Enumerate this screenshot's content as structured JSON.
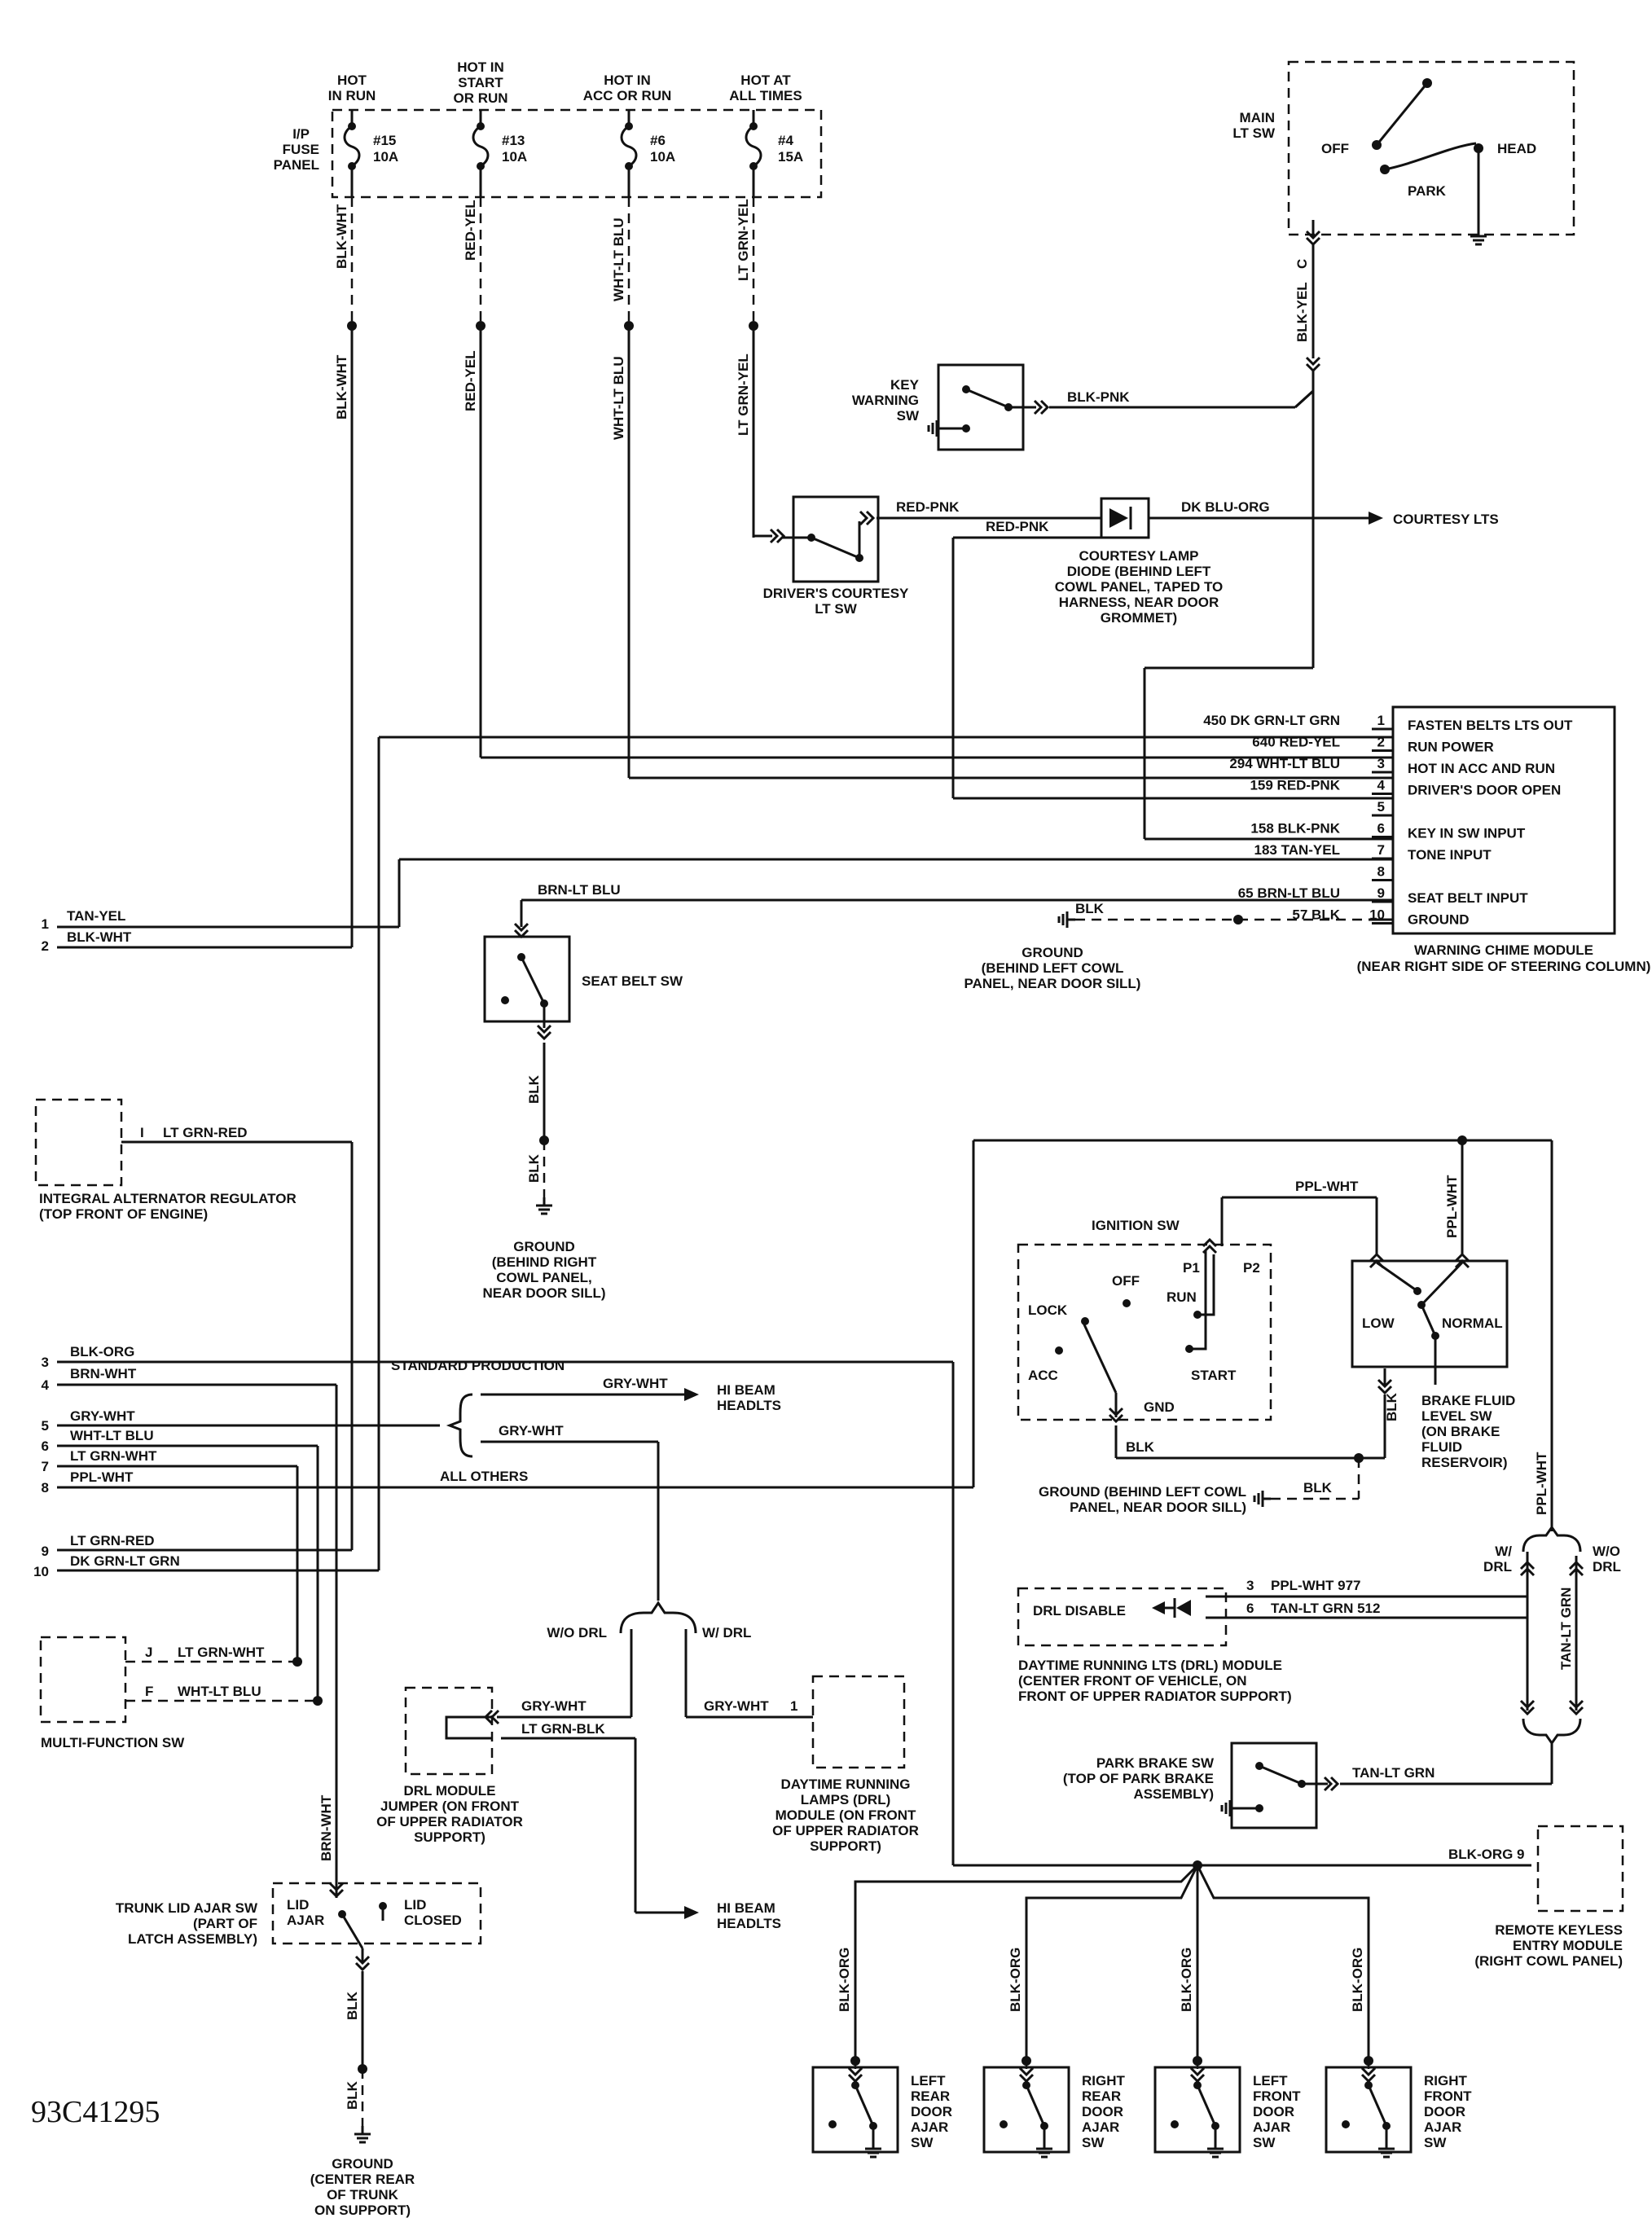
{
  "figure_code": "93C41295",
  "fuse_panel": {
    "label": [
      "I/P",
      "FUSE",
      "PANEL"
    ],
    "columns": [
      {
        "header": [
          "HOT",
          "IN RUN"
        ],
        "fuse": [
          "#15",
          "10A"
        ],
        "wire": "BLK-WHT"
      },
      {
        "header": [
          "HOT IN",
          "START",
          "OR RUN"
        ],
        "fuse": [
          "#13",
          "10A"
        ],
        "wire": "RED-YEL"
      },
      {
        "header": [
          "HOT IN",
          "ACC OR RUN"
        ],
        "fuse": [
          "#6",
          "10A"
        ],
        "wire": "WHT-LT BLU"
      },
      {
        "header": [
          "HOT AT",
          "ALL TIMES"
        ],
        "fuse": [
          "#4",
          "15A"
        ],
        "wire": "LT GRN-YEL"
      }
    ]
  },
  "main_light_switch": {
    "label": [
      "MAIN",
      "LT SW"
    ],
    "off": "OFF",
    "head": "HEAD",
    "park": "PARK",
    "wire": "BLK-YEL",
    "pin": "C"
  },
  "key_warning_sw": {
    "label": [
      "KEY",
      "WARNING",
      "SW"
    ],
    "wire": "BLK-PNK"
  },
  "courtesy": {
    "wire_in": "RED-PNK",
    "wire_branch": "RED-PNK",
    "wire_out": "DK BLU-ORG",
    "output": "COURTESY LTS",
    "driver_sw": [
      "DRIVER'S COURTESY",
      "LT SW"
    ],
    "diode": [
      "COURTESY LAMP",
      "DIODE (BEHIND LEFT",
      "COWL PANEL, TAPED TO",
      "HARNESS, NEAR DOOR",
      "GROMMET)"
    ]
  },
  "chime_module": {
    "caption": [
      "WARNING CHIME MODULE",
      "(NEAR RIGHT SIDE OF STEERING COLUMN)"
    ],
    "pins": [
      {
        "num": "1",
        "wire": "450 DK GRN-LT GRN",
        "func": "FASTEN BELTS LTS OUT"
      },
      {
        "num": "2",
        "wire": "640 RED-YEL",
        "func": "RUN POWER"
      },
      {
        "num": "3",
        "wire": "294 WHT-LT BLU",
        "func": "HOT IN ACC AND RUN"
      },
      {
        "num": "4",
        "wire": "159 RED-PNK",
        "func": "DRIVER'S DOOR OPEN"
      },
      {
        "num": "5",
        "wire": "",
        "func": ""
      },
      {
        "num": "6",
        "wire": "158 BLK-PNK",
        "func": "KEY IN SW INPUT"
      },
      {
        "num": "7",
        "wire": "183 TAN-YEL",
        "func": "TONE INPUT"
      },
      {
        "num": "8",
        "wire": "",
        "func": ""
      },
      {
        "num": "9",
        "wire": "65 BRN-LT BLU",
        "func": "SEAT BELT INPUT"
      },
      {
        "num": "10",
        "wire": "57 BLK",
        "func": "GROUND"
      }
    ],
    "ground_wire": "BLK",
    "ground_caption": [
      "GROUND",
      "(BEHIND LEFT COWL",
      "PANEL, NEAR DOOR SILL)"
    ]
  },
  "left_connector_top": [
    {
      "num": "1",
      "wire": "TAN-YEL"
    },
    {
      "num": "2",
      "wire": "BLK-WHT"
    }
  ],
  "seat_belt": {
    "label": "SEAT BELT SW",
    "wire_top": "BRN-LT BLU",
    "wire_bot1": "BLK",
    "wire_bot2": "BLK",
    "ground": [
      "GROUND",
      "(BEHIND RIGHT",
      "COWL PANEL,",
      "NEAR DOOR SILL)"
    ]
  },
  "alternator": {
    "pin": "I",
    "wire": "LT GRN-RED",
    "caption": [
      "INTEGRAL ALTERNATOR REGULATOR",
      "(TOP FRONT OF ENGINE)"
    ]
  },
  "left_connector_bottom": [
    {
      "num": "3",
      "wire": "BLK-ORG"
    },
    {
      "num": "4",
      "wire": "BRN-WHT"
    },
    {
      "num": "5",
      "wire": "GRY-WHT"
    },
    {
      "num": "6",
      "wire": "WHT-LT BLU"
    },
    {
      "num": "7",
      "wire": "LT GRN-WHT"
    },
    {
      "num": "8",
      "wire": "PPL-WHT"
    },
    {
      "num": "9",
      "wire": "LT GRN-RED"
    },
    {
      "num": "10",
      "wire": "DK GRN-LT GRN"
    }
  ],
  "hi_beam": {
    "standard": "STANDARD PRODUCTION",
    "all_others": "ALL OTHERS",
    "wire1": "GRY-WHT",
    "wire2": "GRY-WHT",
    "headlts1": [
      "HI BEAM",
      "HEADLTS"
    ],
    "wo_drl": "W/O DRL",
    "w_drl": "W/ DRL",
    "jumper_wire1": "GRY-WHT",
    "jumper_wire2": "LT GRN-BLK",
    "jumper": [
      "DRL MODULE",
      "JUMPER (ON FRONT",
      "OF UPPER RADIATOR",
      "SUPPORT)"
    ],
    "drl_wire": "GRY-WHT",
    "drl_pin": "1",
    "drl_lamps": [
      "DAYTIME RUNNING",
      "LAMPS (DRL)",
      "MODULE (ON FRONT",
      "OF UPPER RADIATOR",
      "SUPPORT)"
    ],
    "headlts2": [
      "HI BEAM",
      "HEADLTS"
    ]
  },
  "multifunction": {
    "pins": [
      {
        "pin": "J",
        "wire": "LT GRN-WHT"
      },
      {
        "pin": "F",
        "wire": "WHT-LT BLU"
      }
    ],
    "caption": "MULTI-FUNCTION SW"
  },
  "trunk": {
    "wire": "BRN-WHT",
    "label": [
      "TRUNK LID AJAR SW",
      "(PART OF",
      "LATCH ASSEMBLY)"
    ],
    "ajar": [
      "LID",
      "AJAR"
    ],
    "closed": [
      "LID",
      "CLOSED"
    ],
    "wire_bot1": "BLK",
    "wire_bot2": "BLK",
    "ground": [
      "GROUND",
      "(CENTER REAR",
      "OF TRUNK",
      "ON SUPPORT)"
    ]
  },
  "ignition": {
    "label": "IGNITION SW",
    "off": "OFF",
    "lock": "LOCK",
    "acc": "ACC",
    "run": "RUN",
    "start": "START",
    "gnd": "GND",
    "p1": "P1",
    "p2": "P2",
    "wire_top": "PPL-WHT",
    "wire_bot": "BLK"
  },
  "brake_fluid": {
    "low": "LOW",
    "normal": "NORMAL",
    "wire_top": "PPL-WHT",
    "wire_bot": "BLK",
    "caption": [
      "BRAKE FLUID",
      "LEVEL SW",
      "(ON BRAKE",
      "FLUID",
      "RESERVOIR)"
    ],
    "ground_wire": "BLK",
    "ground": [
      "GROUND (BEHIND LEFT COWL",
      "PANEL, NEAR DOOR SILL)"
    ]
  },
  "drl_module": {
    "label": "DRL DISABLE",
    "pins": [
      {
        "num": "3",
        "wire": "PPL-WHT 977"
      },
      {
        "num": "6",
        "wire": "TAN-LT GRN 512"
      }
    ],
    "caption": [
      "DAYTIME RUNNING LTS (DRL) MODULE",
      "(CENTER FRONT OF VEHICLE, ON",
      "FRONT OF UPPER RADIATOR SUPPORT)"
    ],
    "w_drl": [
      "W/",
      "DRL"
    ],
    "wo_drl": [
      "W/O",
      "DRL"
    ],
    "ppl_wht": "PPL-WHT",
    "tan_lt_grn": "TAN-LT GRN"
  },
  "park_brake": {
    "label": [
      "PARK BRAKE SW",
      "(TOP OF PARK BRAKE",
      "ASSEMBLY)"
    ],
    "wire": "TAN-LT GRN"
  },
  "keyless": {
    "wire": "BLK-ORG",
    "pin": "9",
    "caption": [
      "REMOTE KEYLESS",
      "ENTRY MODULE",
      "(RIGHT COWL PANEL)"
    ]
  },
  "door_switches": [
    {
      "wire": "BLK-ORG",
      "label": [
        "LEFT",
        "REAR",
        "DOOR",
        "AJAR",
        "SW"
      ]
    },
    {
      "wire": "BLK-ORG",
      "label": [
        "RIGHT",
        "REAR",
        "DOOR",
        "AJAR",
        "SW"
      ]
    },
    {
      "wire": "BLK-ORG",
      "label": [
        "LEFT",
        "FRONT",
        "DOOR",
        "AJAR",
        "SW"
      ]
    },
    {
      "wire": "BLK-ORG",
      "label": [
        "RIGHT",
        "FRONT",
        "DOOR",
        "AJAR",
        "SW"
      ]
    }
  ]
}
